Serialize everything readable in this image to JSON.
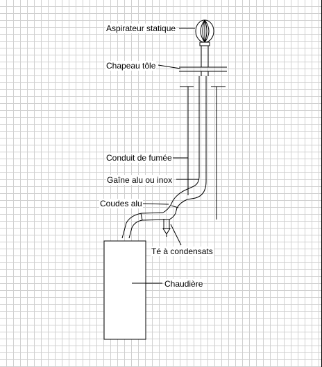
{
  "labels": {
    "aspirateur": "Aspirateur statique",
    "chapeau": "Chapeau tôle",
    "conduit": "Conduit de fumée",
    "gaine": "Gaîne alu ou inox",
    "coudes": "Coudes alu",
    "te": "Té à condensats",
    "chaudiere": "Chaudière"
  }
}
